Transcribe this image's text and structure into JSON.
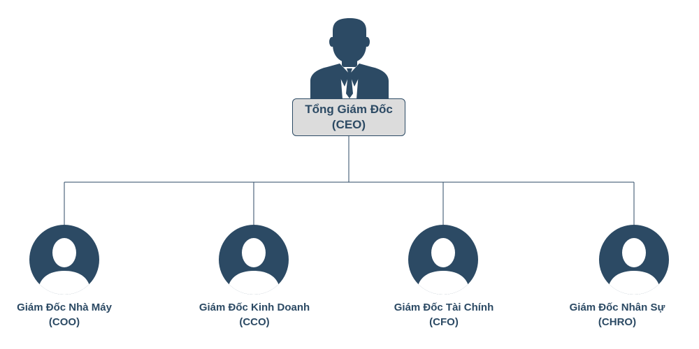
{
  "colors": {
    "primary": "#2c4a64",
    "box_fill": "#dcdcdc",
    "line": "#2c4a64",
    "background": "#ffffff"
  },
  "ceo": {
    "title": "Tổng Giám Đốc",
    "abbr": "(CEO)",
    "icon": "businessman-icon"
  },
  "executives": [
    {
      "title": "Giám Đốc Nhà Máy",
      "abbr": "(COO)",
      "icon": "user-avatar-icon"
    },
    {
      "title": "Giám Đốc Kinh Doanh",
      "abbr": "(CCO)",
      "icon": "user-avatar-icon"
    },
    {
      "title": "Giám Đốc Tài Chính",
      "abbr": "(CFO)",
      "icon": "user-avatar-icon"
    },
    {
      "title": "Giám Đốc Nhân Sự",
      "abbr": "(CHRO)",
      "icon": "user-avatar-icon"
    }
  ]
}
